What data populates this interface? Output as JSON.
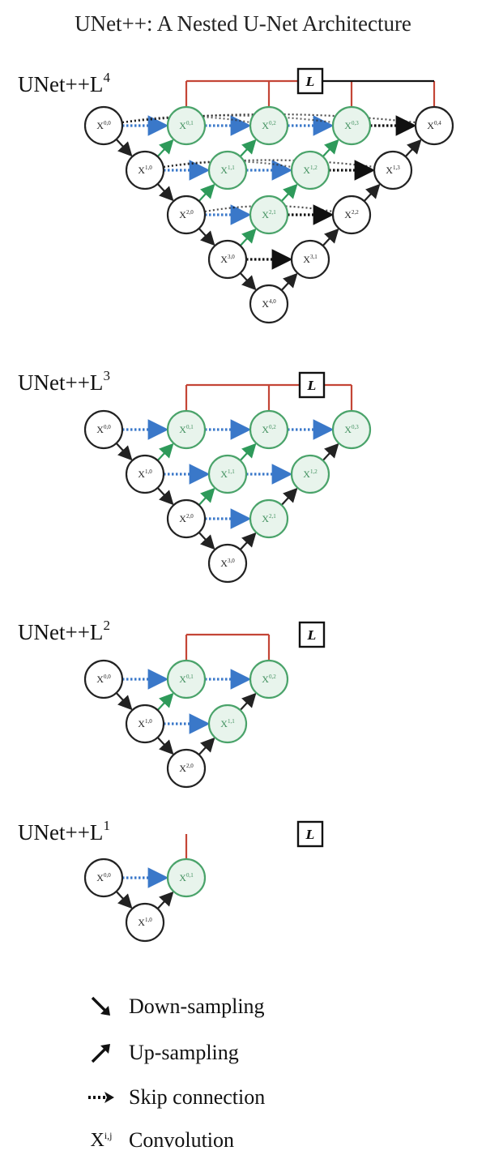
{
  "title": "UNet++: A Nested U-Net Architecture",
  "variants": [
    {
      "label": "UNet++L",
      "exponent": "4",
      "levels": 4
    },
    {
      "label": "UNet++L",
      "exponent": "3",
      "levels": 3
    },
    {
      "label": "UNet++L",
      "exponent": "2",
      "levels": 2
    },
    {
      "label": "UNet++L",
      "exponent": "1",
      "levels": 1
    }
  ],
  "loss_label": "L",
  "node_prefix": "X",
  "legend": {
    "down": "Down-sampling",
    "up": "Up-sampling",
    "skip": "Skip connection",
    "conv": "Convolution",
    "conv_symbol": "X",
    "conv_superscript": "i,j"
  },
  "colors": {
    "encoder_node": "#222222",
    "nested_node": "#4aa36a",
    "skip_blue": "#3a78c9",
    "skip_black": "#111111",
    "loss_line": "#c44536",
    "up_arrow": "#2e9a5a"
  }
}
